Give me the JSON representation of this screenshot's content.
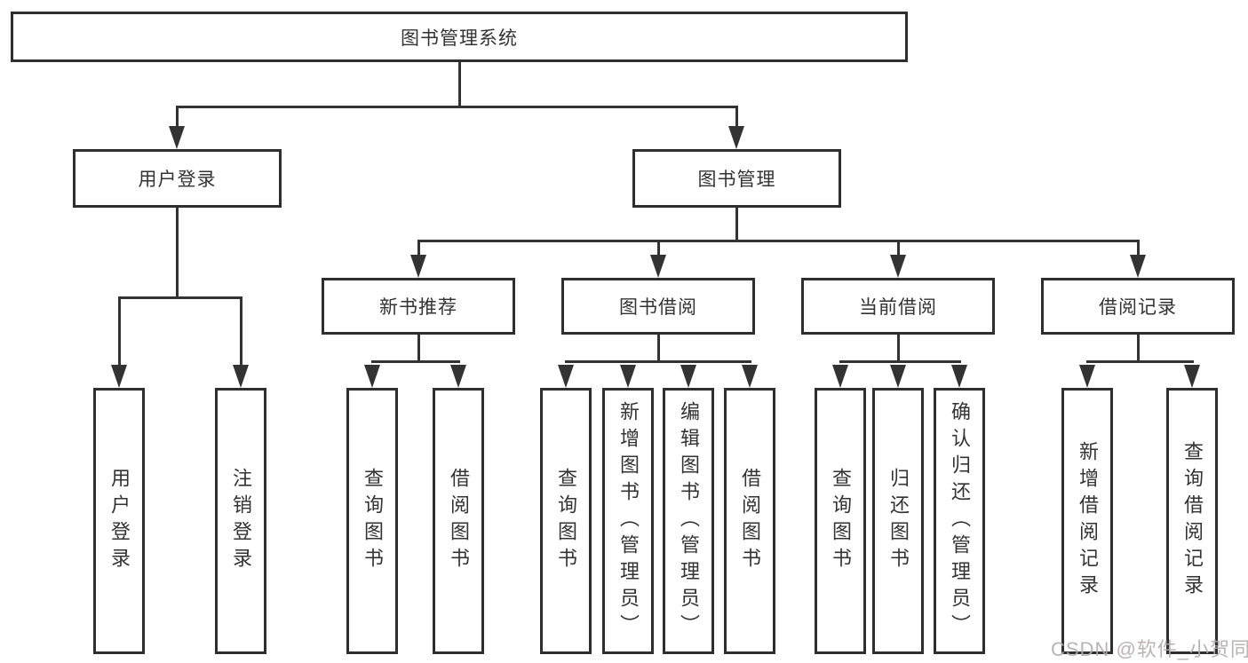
{
  "diagram": {
    "root": {
      "label": "图书管理系统"
    },
    "branches": [
      {
        "label": "用户登录",
        "children": [
          {
            "label": "用户登录"
          },
          {
            "label": "注销登录"
          }
        ]
      },
      {
        "label": "图书管理",
        "children": [
          {
            "label": "新书推荐",
            "children": [
              {
                "label": "查询图书"
              },
              {
                "label": "借阅图书"
              }
            ]
          },
          {
            "label": "图书借阅",
            "children": [
              {
                "label": "查询图书"
              },
              {
                "label": "新增图书（管理员）"
              },
              {
                "label": "编辑图书（管理员）"
              },
              {
                "label": "借阅图书"
              }
            ]
          },
          {
            "label": "当前借阅",
            "children": [
              {
                "label": "查询图书"
              },
              {
                "label": "归还图书"
              },
              {
                "label": "确认归还（管理员）"
              }
            ]
          },
          {
            "label": "借阅记录",
            "children": [
              {
                "label": "新增借阅记录"
              },
              {
                "label": "查询借阅记录"
              }
            ]
          }
        ]
      }
    ]
  },
  "watermark": {
    "text": "CSDN @软件_小贺同学"
  },
  "colors": {
    "line": "#333333",
    "box_border": "#2e2e2e",
    "text": "#333333",
    "background": "#ffffff",
    "watermark": "#b4abab"
  }
}
